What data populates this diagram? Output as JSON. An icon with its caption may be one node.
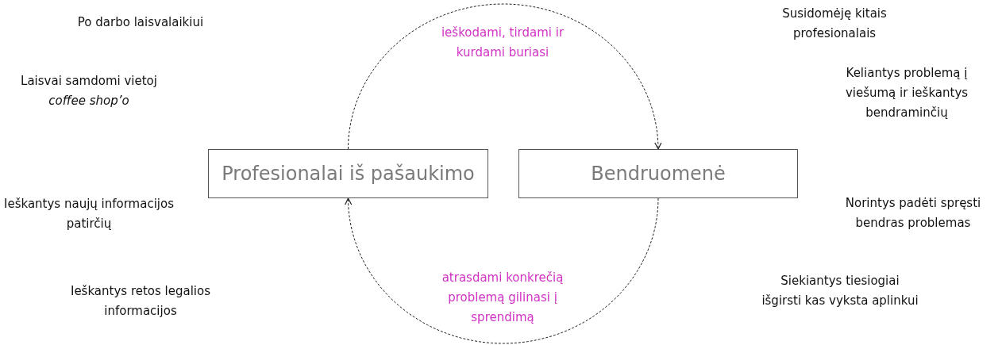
{
  "diagram": {
    "nodes": [
      {
        "text": [
          "Profesionalai iš pašaukimo"
        ]
      },
      {
        "text": [
          "Bendruomenė"
        ]
      }
    ],
    "edges": [
      {
        "from": 0,
        "to": 1,
        "arrow": "to",
        "style": "dashed",
        "label": "ieškodami, tirdami ir kurdami buriasi"
      },
      {
        "from": 1,
        "to": 0,
        "arrow": "to",
        "style": "dashed",
        "label": "atrasdami konkrečią problemą gilinasi į sprendimą"
      }
    ],
    "labels": [
      "Po darbo laisvalaikiui",
      "Susidomėję kitais profesionalais",
      "Laisvai samdomi vietoj *coffee shop’o*",
      "Keliantys problemą į viešumą ir ieškantys bendraminčių",
      "Ieškantys naujų informacijos patirčių",
      "Norintys padėti spręsti bendras problemas",
      "Ieškantys retos legalios informacijos",
      "Siekiantys tiesiogiai išgirsti kas vyksta aplinkui"
    ]
  }
}
